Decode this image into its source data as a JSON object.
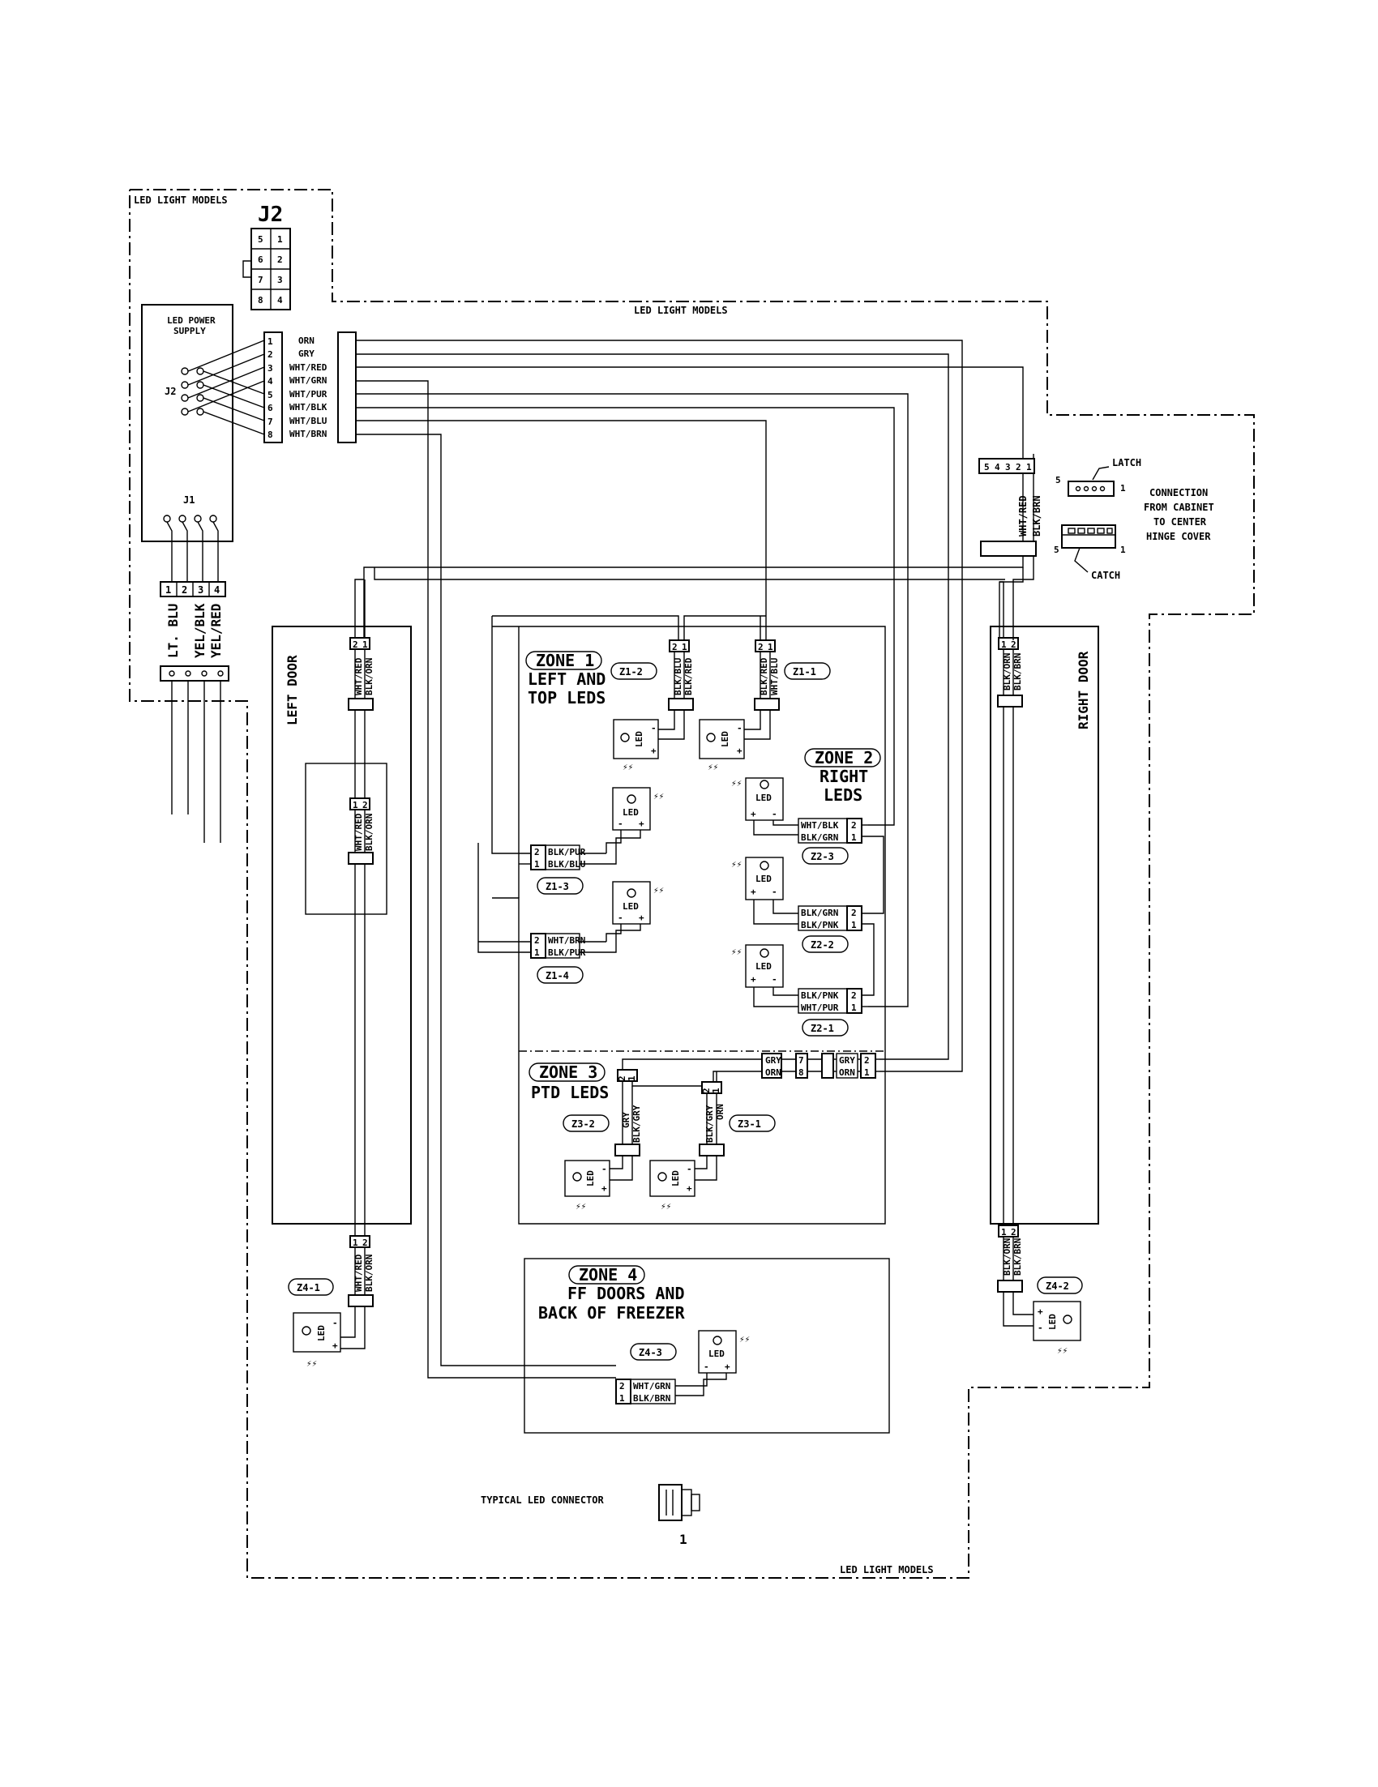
{
  "region_labels": {
    "led_light_models_top_left": "LED LIGHT MODELS",
    "led_light_models_top": "LED LIGHT MODELS",
    "led_light_models_bottom": "LED LIGHT MODELS"
  },
  "j2_header": {
    "title": "J2",
    "pins": [
      "5",
      "1",
      "6",
      "2",
      "7",
      "3",
      "8",
      "4"
    ]
  },
  "power_supply": {
    "title_line1": "LED POWER",
    "title_line2": "SUPPLY",
    "j2_label": "J2",
    "j1_label": "J1"
  },
  "main_connector": {
    "pins": [
      "1",
      "2",
      "3",
      "4",
      "5",
      "6",
      "7",
      "8"
    ],
    "wires": [
      "ORN",
      "GRY",
      "WHT/RED",
      "WHT/GRN",
      "WHT/PUR",
      "WHT/BLK",
      "WHT/BLU",
      "WHT/BRN"
    ]
  },
  "j1_connector": {
    "pins": [
      "1",
      "2",
      "3",
      "4"
    ],
    "wires": [
      "LT. BLU",
      "YEL/BLK",
      "YEL/RED"
    ]
  },
  "hinge": {
    "pins": [
      "5",
      "4",
      "3",
      "2",
      "1"
    ],
    "wires": [
      "WHT/RED",
      "BLK/BRN"
    ],
    "latch_label": "LATCH",
    "catch_label": "CATCH",
    "latch_pin_left": "5",
    "latch_pin_right": "1",
    "catch_pin_left": "5",
    "catch_pin_right": "1",
    "connection_line1": "CONNECTION",
    "connection_line2": "FROM CABINET",
    "connection_line3": "TO CENTER",
    "connection_line4": "HINGE COVER"
  },
  "left_door": {
    "title": "LEFT DOOR",
    "conn1_pins": [
      "2",
      "1"
    ],
    "conn1_wires": [
      "WHT/RED",
      "BLK/ORN"
    ],
    "conn2_pins": [
      "1",
      "2"
    ],
    "conn2_wires": [
      "WHT/RED",
      "BLK/ORN"
    ]
  },
  "right_door": {
    "title": "RIGHT DOOR",
    "conn_pins": [
      "1",
      "2"
    ],
    "conn_wires": [
      "BLK/ORN",
      "BLK/BRN"
    ]
  },
  "zone1": {
    "badge": "ZONE 1",
    "line1": "LEFT AND",
    "line2": "TOP LEDS",
    "z1_2": {
      "tag": "Z1-2",
      "pins": [
        "2",
        "1"
      ],
      "wires": [
        "BLK/BLU",
        "BLK/RED"
      ]
    },
    "z1_1": {
      "tag": "Z1-1",
      "pins": [
        "2",
        "1"
      ],
      "wires": [
        "BLK/RED",
        "WHT/BLU"
      ]
    },
    "z1_3": {
      "tag": "Z1-3",
      "pins": [
        "2",
        "1"
      ],
      "wires": [
        "BLK/PUR",
        "BLK/BLU"
      ]
    },
    "z1_4": {
      "tag": "Z1-4",
      "pins": [
        "2",
        "1"
      ],
      "wires": [
        "WHT/BRN",
        "BLK/PUR"
      ]
    }
  },
  "zone2": {
    "badge": "ZONE 2",
    "line1": "RIGHT",
    "line2": "LEDS",
    "z2_3": {
      "tag": "Z2-3",
      "pins": [
        "2",
        "1"
      ],
      "wires": [
        "WHT/BLK",
        "BLK/GRN"
      ]
    },
    "z2_2": {
      "tag": "Z2-2",
      "pins": [
        "2",
        "1"
      ],
      "wires": [
        "BLK/GRN",
        "BLK/PNK"
      ]
    },
    "z2_1": {
      "tag": "Z2-1",
      "pins": [
        "2",
        "1"
      ],
      "wires": [
        "BLK/PNK",
        "WHT/PUR"
      ]
    }
  },
  "zone3": {
    "badge": "ZONE 3",
    "line1": "PTD LEDS",
    "z3_2": {
      "tag": "Z3-2",
      "pins": [
        "2",
        "1"
      ],
      "wires": [
        "GRY",
        "BLK/GRY"
      ]
    },
    "z3_1": {
      "tag": "Z3-1",
      "pins": [
        "2",
        "1"
      ],
      "wires": [
        "BLK/GRY",
        "ORN"
      ]
    },
    "inline_pins_a": [
      "7",
      "8"
    ],
    "inline_pins_b": [
      "2",
      "1"
    ],
    "inline_wires_a": [
      "GRY",
      "ORN"
    ],
    "inline_wires_b": [
      "GRY",
      "ORN"
    ]
  },
  "zone4": {
    "badge": "ZONE 4",
    "line1": "FF DOORS AND",
    "line2": "BACK OF FREEZER",
    "z4_1": {
      "tag": "Z4-1",
      "pins": [
        "1",
        "2"
      ],
      "wires": [
        "WHT/RED",
        "BLK/ORN"
      ]
    },
    "z4_2": {
      "tag": "Z4-2",
      "pins": [
        "1",
        "2"
      ],
      "wires": [
        "BLK/ORN",
        "BLK/BRN"
      ]
    },
    "z4_3": {
      "tag": "Z4-3",
      "pins": [
        "2",
        "1"
      ],
      "wires": [
        "WHT/GRN",
        "BLK/BRN"
      ]
    }
  },
  "led_text": "LED",
  "polarity_plus": "+",
  "polarity_minus": "-",
  "typical": {
    "label": "TYPICAL LED CONNECTOR",
    "pin_label": "1"
  }
}
